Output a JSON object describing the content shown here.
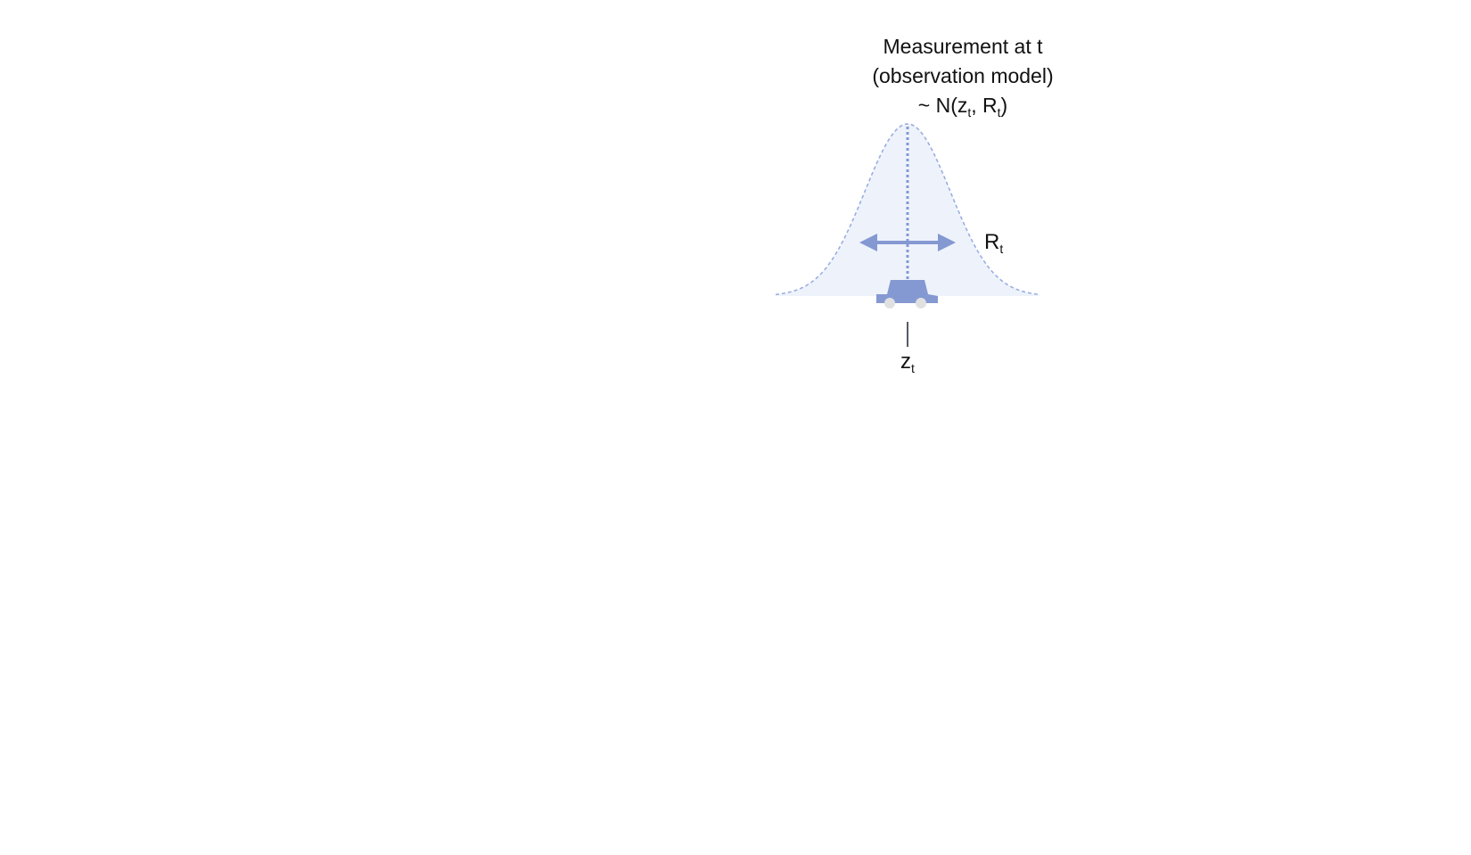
{
  "title": {
    "line1": "Measurement at t",
    "line2": "(observation model)",
    "line3_prefix": "~ N(z",
    "line3_sub1": "t",
    "line3_mid": ", R",
    "line3_sub2": "t",
    "line3_suffix": ")"
  },
  "variance_label": {
    "main": "R",
    "sub": "t"
  },
  "mean_label": {
    "main": "z",
    "sub": "t"
  },
  "colors": {
    "curve_fill": "#eef3fb",
    "curve_stroke": "#9aaee0",
    "accent": "#8498d2",
    "wheel": "#e0e0e0",
    "tick": "#555a66"
  },
  "icons": {
    "vehicle": "car-icon",
    "spread": "double-arrow-icon"
  }
}
